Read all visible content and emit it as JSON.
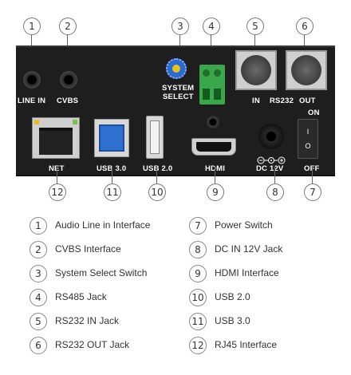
{
  "callouts": {
    "top": [
      "1",
      "2",
      "3",
      "4",
      "5",
      "6"
    ],
    "bottom": [
      "12",
      "11",
      "10",
      "9",
      "8",
      "7"
    ]
  },
  "panel_labels": {
    "line_in": "LINE IN",
    "cvbs": "CVBS",
    "system_select_line1": "SYSTEM",
    "system_select_line2": "SELECT",
    "rs232_in": "IN",
    "rs232": "RS232",
    "rs232_out": "OUT",
    "on": "ON",
    "off": "OFF",
    "net": "NET",
    "usb3": "USB 3.0",
    "usb2": "USB 2.0",
    "hdmi": "HDMI",
    "dc12v": "DC 12V",
    "switch_on_mark": "I",
    "switch_off_mark": "O"
  },
  "legend": {
    "left": [
      {
        "num": "1",
        "label": "Audio Line in Interface"
      },
      {
        "num": "2",
        "label": "CVBS Interface"
      },
      {
        "num": "3",
        "label": "System Select Switch"
      },
      {
        "num": "4",
        "label": "RS485 Jack"
      },
      {
        "num": "5",
        "label": "RS232 IN Jack"
      },
      {
        "num": "6",
        "label": "RS232 OUT Jack"
      }
    ],
    "right": [
      {
        "num": "7",
        "label": "Power Switch"
      },
      {
        "num": "8",
        "label": "DC IN 12V Jack"
      },
      {
        "num": "9",
        "label": "HDMI Interface"
      },
      {
        "num": "10",
        "label": "USB 2.0"
      },
      {
        "num": "11",
        "label": "USB 3.0"
      },
      {
        "num": "12",
        "label": "RJ45 Interface"
      }
    ]
  },
  "colors": {
    "panel": "#1e1e1e",
    "usb3_blue": "#2f6fd0",
    "rs485_green": "#3aa84a",
    "rotary_blue": "#2b6ad0",
    "rotary_yellow": "#e8c020",
    "legend_text": "#333333"
  }
}
